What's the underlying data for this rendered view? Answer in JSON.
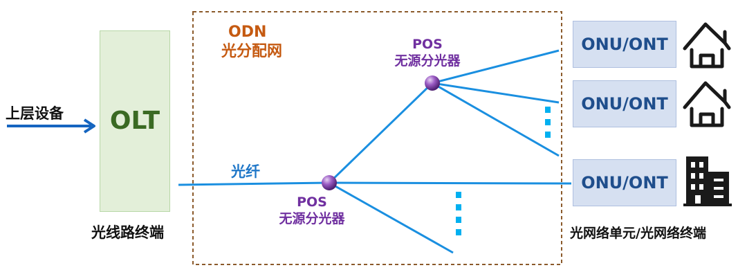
{
  "upstream_label": "上层设备",
  "olt": {
    "label": "OLT",
    "caption": "光线路终端"
  },
  "odn": {
    "title_line1": "ODN",
    "title_line2": "光分配网"
  },
  "fiber_label": "光纤",
  "splitter_1": {
    "line1": "POS",
    "line2": "无源分光器"
  },
  "splitter_2": {
    "line1": "POS",
    "line2": "无源分光器"
  },
  "onu_units": [
    {
      "label": "ONU/ONT",
      "icon": "house-icon"
    },
    {
      "label": "ONU/ONT",
      "icon": "house-icon"
    },
    {
      "label": "ONU/ONT",
      "icon": "building-icon"
    }
  ],
  "onu_caption": "光网络单元/光网络终端",
  "colors": {
    "fiber": "#1a8fe0",
    "arrow": "#1565c0",
    "odn_border": "#8b5a2b",
    "olt_fill": "#e3efd9",
    "onu_fill": "#d6e0f1",
    "splitter": "#7b3fa6",
    "dots": "#00b0f0"
  }
}
